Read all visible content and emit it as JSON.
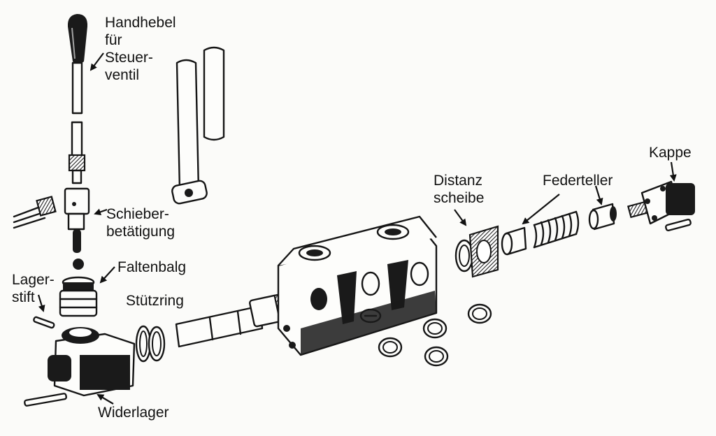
{
  "labels": {
    "handhebel": "Handhebel\nfür\nSteuer-\nventil",
    "schieberbetaetigung": "Schieber-\nbetätigung",
    "faltenbalg": "Faltenbalg",
    "lagerstift": "Lager-\nstift",
    "stuetzring": "Stützring",
    "widerlager": "Widerlager",
    "distanzscheibe": "Distanz\nscheibe",
    "federteller": "Federteller",
    "kappe": "Kappe"
  }
}
